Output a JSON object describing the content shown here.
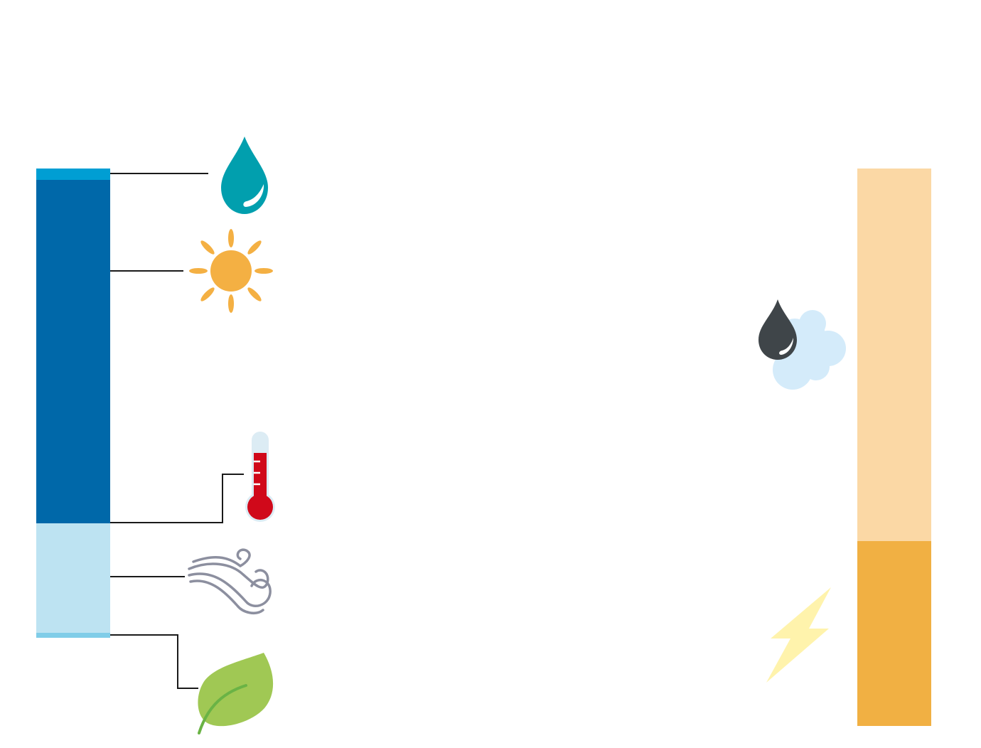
{
  "chart_data": [
    {
      "type": "bar",
      "stacked": true,
      "orientation": "vertical",
      "segments": [
        {
          "icon": "water-drop-icon",
          "color": "#009ed3",
          "value": 0.02
        },
        {
          "icon": "sun-icon",
          "color": "#0068a9",
          "value": 0.75
        },
        {
          "icon": "thermometer-icon",
          "color": "#bde3f2",
          "value": 0.2
        },
        {
          "icon": "wind-icon",
          "color": "#80cde8",
          "value": 0.01
        }
      ],
      "leader_icons": [
        "water-drop-icon",
        "sun-icon",
        "thermometer-icon",
        "wind-icon",
        "leaf-icon"
      ]
    },
    {
      "type": "bar",
      "stacked": true,
      "orientation": "vertical",
      "segments": [
        {
          "icon": "cloud-rain-icon",
          "color": "#fbd8a5",
          "value": 0.67
        },
        {
          "icon": "lightning-icon",
          "color": "#f1b043",
          "value": 0.33
        }
      ]
    }
  ],
  "colors": {
    "drop_teal": "#019fae",
    "sun_orange": "#f4b043",
    "thermo_red": "#d0091a",
    "thermo_glass": "#dcecf4",
    "wind_gray": "#8c8f9f",
    "leaf_green": "#a0c854",
    "leaf_vein": "#6ab345",
    "dark_drop": "#3f4549",
    "cloud_blue": "#d4ebfa",
    "lightning_yellow": "#fff3ac",
    "leader_line": "#1a1a1a"
  }
}
